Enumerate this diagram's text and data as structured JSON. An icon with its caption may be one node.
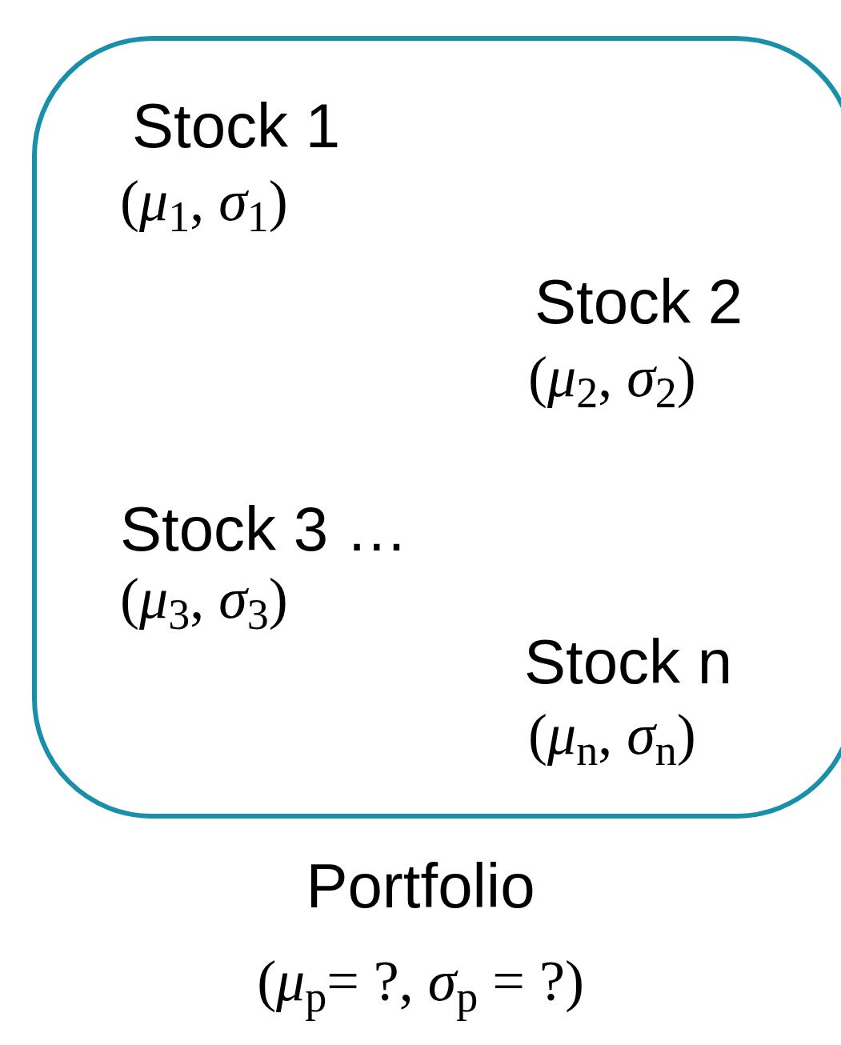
{
  "diagram": {
    "nodes": [
      {
        "text": [
          "Stock 1",
          "(*μ*$_{1}$, *σ*$_{1}$)",
          "Stock 2",
          "(*μ*$_{2}$, *σ*$_{2}$)",
          "Stock 3 …",
          "(*μ*$_{3}$, *σ*$_{3}$)",
          "Stock n",
          "(*μ*$_{n}$, *σ*$_{n}$)",
          "Portfolio",
          "(*μ*$_{p}$= ?, *σ*$_{p}$ = ?)"
        ]
      }
    ],
    "edges": []
  }
}
